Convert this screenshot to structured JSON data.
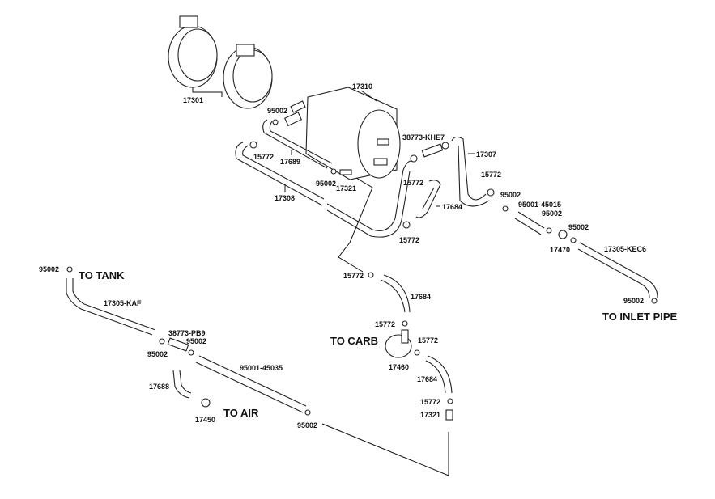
{
  "diagram": {
    "title": "Evaporative emission canister hose diagram",
    "directions": {
      "to_tank": "TO TANK",
      "to_air": "TO AIR",
      "to_carb": "TO CARB",
      "to_inlet_pipe": "TO INLET PIPE"
    },
    "labels": {
      "band": "17301",
      "canister": "17310",
      "clip_top": "95002",
      "clamp_a": "15772",
      "hose_17689": "17689",
      "clip_b": "95002",
      "joint_b": "17321",
      "hose_17308": "17308",
      "joint_38773_khe7": "38773-KHE7",
      "hose_17307": "17307",
      "clamp_c": "15772",
      "clamp_d": "15772",
      "hose_17684_top": "17684",
      "clamp_e": "15772",
      "clip_f": "95002",
      "tube_95001_45015": "95001-45015",
      "clip_g": "95002",
      "clip_h": "95002",
      "valve_17470": "17470",
      "hose_17305_kec6": "17305-KEC6",
      "clip_inlet": "95002",
      "clip_tank": "95002",
      "hose_17305_kaf": "17305-KAF",
      "joint_38773_pb9": "38773-PB9",
      "clip_i": "95002",
      "clip_j": "95002",
      "hose_17688": "17688",
      "valve_17450": "17450",
      "tube_95001_45035": "95001-45035",
      "clip_k": "95002",
      "clamp_carb_top": "15772",
      "hose_17684_mid": "17684",
      "clamp_carb_mid": "15772",
      "clamp_carb_right": "15772",
      "valve_17460": "17460",
      "hose_17684_low": "17684",
      "clamp_low": "15772",
      "joint_low": "17321"
    }
  }
}
